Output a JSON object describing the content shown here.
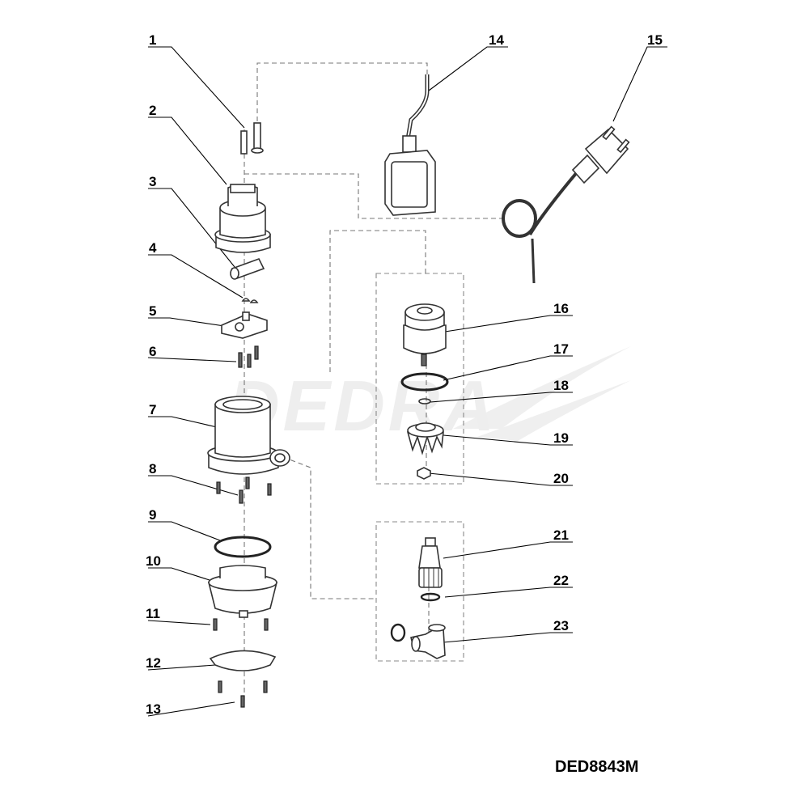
{
  "watermark": "DEDRA",
  "model": "DED8843M",
  "labels": [
    "1",
    "2",
    "3",
    "4",
    "5",
    "6",
    "7",
    "8",
    "9",
    "10",
    "11",
    "12",
    "13",
    "14",
    "15",
    "16",
    "17",
    "18",
    "19",
    "20",
    "21",
    "22",
    "23"
  ]
}
